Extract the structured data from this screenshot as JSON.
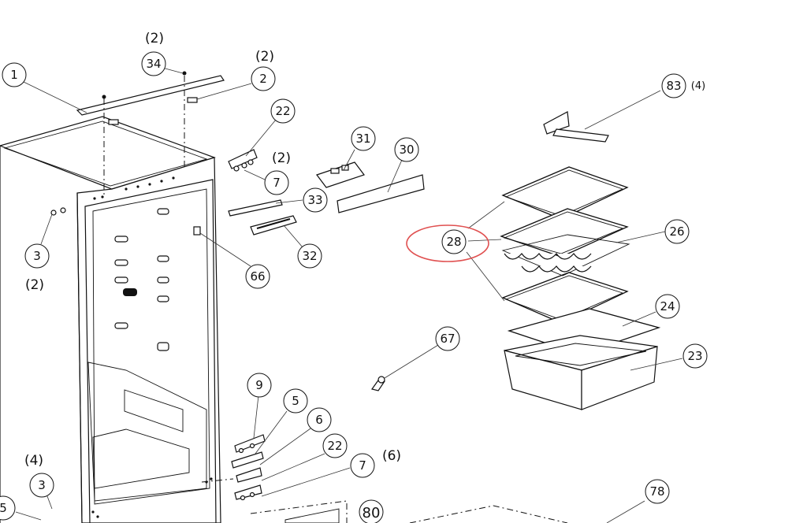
{
  "callouts": [
    {
      "id": "c1",
      "label": "1"
    },
    {
      "id": "c34",
      "label": "34"
    },
    {
      "id": "c2",
      "label": "2"
    },
    {
      "id": "c22a",
      "label": "22"
    },
    {
      "id": "c7a",
      "label": "7"
    },
    {
      "id": "c31",
      "label": "31"
    },
    {
      "id": "c30",
      "label": "30"
    },
    {
      "id": "c33",
      "label": "33"
    },
    {
      "id": "c32",
      "label": "32"
    },
    {
      "id": "c66",
      "label": "66"
    },
    {
      "id": "c3a",
      "label": "3"
    },
    {
      "id": "c83",
      "label": "83"
    },
    {
      "id": "c28",
      "label": "28"
    },
    {
      "id": "c26",
      "label": "26"
    },
    {
      "id": "c24",
      "label": "24"
    },
    {
      "id": "c23",
      "label": "23"
    },
    {
      "id": "c67",
      "label": "67"
    },
    {
      "id": "c9",
      "label": "9"
    },
    {
      "id": "c5a",
      "label": "5"
    },
    {
      "id": "c6",
      "label": "6"
    },
    {
      "id": "c22b",
      "label": "22"
    },
    {
      "id": "c7b",
      "label": "7"
    },
    {
      "id": "c3b",
      "label": "3"
    },
    {
      "id": "c5b",
      "label": "5"
    },
    {
      "id": "c80",
      "label": "80"
    },
    {
      "id": "c78",
      "label": "78"
    }
  ],
  "quantities": {
    "q34": "(2)",
    "q2": "(2)",
    "q7a": "(2)",
    "q3a": "(2)",
    "q83": "(4)",
    "q3b": "(4)",
    "q7b": "(6)"
  },
  "highlight": {
    "target": "28",
    "color": "#e05050"
  }
}
